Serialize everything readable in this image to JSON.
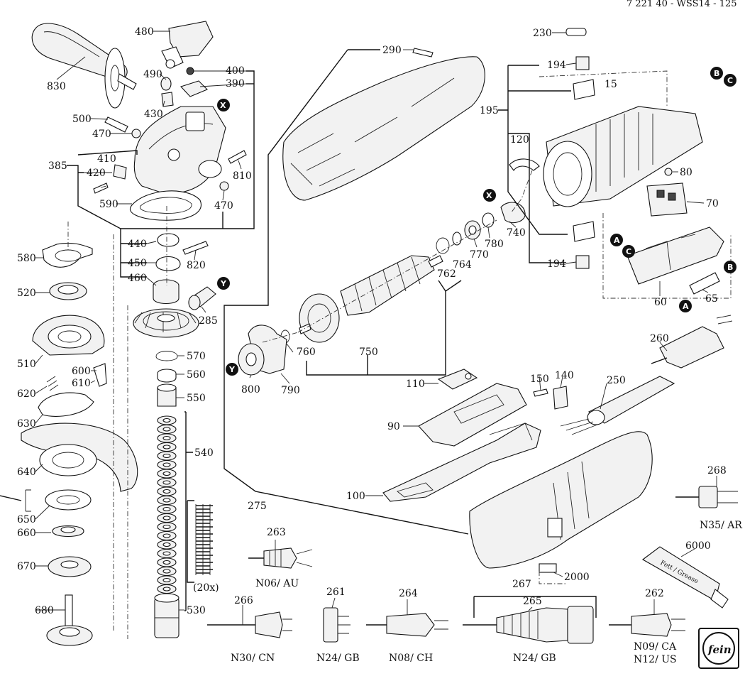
{
  "header": {
    "doc_code": "7 221 40 - WSS14 - 125"
  },
  "part_numbers": [
    {
      "id": "p480",
      "text": "480"
    },
    {
      "id": "p830",
      "text": "830"
    },
    {
      "id": "p490",
      "text": "490"
    },
    {
      "id": "p400",
      "text": "400"
    },
    {
      "id": "p390",
      "text": "390"
    },
    {
      "id": "p430",
      "text": "430"
    },
    {
      "id": "p500",
      "text": "500"
    },
    {
      "id": "p470a",
      "text": "470"
    },
    {
      "id": "p410",
      "text": "410"
    },
    {
      "id": "p385",
      "text": "385"
    },
    {
      "id": "p420",
      "text": "420"
    },
    {
      "id": "p810",
      "text": "810"
    },
    {
      "id": "p590",
      "text": "590"
    },
    {
      "id": "p470b",
      "text": "470"
    },
    {
      "id": "p440",
      "text": "440"
    },
    {
      "id": "p450",
      "text": "450"
    },
    {
      "id": "p460",
      "text": "460"
    },
    {
      "id": "p820",
      "text": "820"
    },
    {
      "id": "p285",
      "text": "285"
    },
    {
      "id": "p570",
      "text": "570"
    },
    {
      "id": "p560",
      "text": "560"
    },
    {
      "id": "p550",
      "text": "550"
    },
    {
      "id": "p540",
      "text": "540"
    },
    {
      "id": "p530",
      "text": "530"
    },
    {
      "id": "p20x",
      "text": "(20x)"
    },
    {
      "id": "p580",
      "text": "580"
    },
    {
      "id": "p520",
      "text": "520"
    },
    {
      "id": "p510",
      "text": "510"
    },
    {
      "id": "p600",
      "text": "600"
    },
    {
      "id": "p610",
      "text": "610"
    },
    {
      "id": "p620",
      "text": "620"
    },
    {
      "id": "p630",
      "text": "630"
    },
    {
      "id": "p640",
      "text": "640"
    },
    {
      "id": "p650",
      "text": "650"
    },
    {
      "id": "p660",
      "text": "660"
    },
    {
      "id": "p670",
      "text": "670"
    },
    {
      "id": "p680",
      "text": "680"
    },
    {
      "id": "p290",
      "text": "290"
    },
    {
      "id": "p275",
      "text": "275"
    },
    {
      "id": "p230",
      "text": "230"
    },
    {
      "id": "p194a",
      "text": "194"
    },
    {
      "id": "p15",
      "text": "15"
    },
    {
      "id": "p195",
      "text": "195"
    },
    {
      "id": "p120",
      "text": "120"
    },
    {
      "id": "p80",
      "text": "80"
    },
    {
      "id": "p70",
      "text": "70"
    },
    {
      "id": "p194b",
      "text": "194"
    },
    {
      "id": "p60",
      "text": "60"
    },
    {
      "id": "p65",
      "text": "65"
    },
    {
      "id": "p740",
      "text": "740"
    },
    {
      "id": "p780",
      "text": "780"
    },
    {
      "id": "p770",
      "text": "770"
    },
    {
      "id": "p764",
      "text": "764"
    },
    {
      "id": "p762",
      "text": "762"
    },
    {
      "id": "p750",
      "text": "750"
    },
    {
      "id": "p760",
      "text": "760"
    },
    {
      "id": "p790",
      "text": "790"
    },
    {
      "id": "p800",
      "text": "800"
    },
    {
      "id": "p260",
      "text": "260"
    },
    {
      "id": "p150",
      "text": "150"
    },
    {
      "id": "p140",
      "text": "140"
    },
    {
      "id": "p250",
      "text": "250"
    },
    {
      "id": "p110",
      "text": "110"
    },
    {
      "id": "p90",
      "text": "90"
    },
    {
      "id": "p100",
      "text": "100"
    },
    {
      "id": "p268",
      "text": "268"
    },
    {
      "id": "p263",
      "text": "263"
    },
    {
      "id": "p2000",
      "text": "2000"
    },
    {
      "id": "p6000",
      "text": "6000"
    },
    {
      "id": "p266",
      "text": "266"
    },
    {
      "id": "p261",
      "text": "261"
    },
    {
      "id": "p264",
      "text": "264"
    },
    {
      "id": "p267",
      "text": "267"
    },
    {
      "id": "p265",
      "text": "265"
    },
    {
      "id": "p262",
      "text": "262"
    }
  ],
  "variant_labels": [
    {
      "id": "v_n35ar",
      "text": "N35/ AR"
    },
    {
      "id": "v_n06au",
      "text": "N06/ AU"
    },
    {
      "id": "v_n30cn",
      "text": "N30/ CN"
    },
    {
      "id": "v_n24gb_a",
      "text": "N24/ GB"
    },
    {
      "id": "v_n08ch",
      "text": "N08/ CH"
    },
    {
      "id": "v_n24gb_b",
      "text": "N24/ GB"
    },
    {
      "id": "v_n09ca",
      "text": "N09/ CA"
    },
    {
      "id": "v_n12us",
      "text": "N12/ US"
    }
  ],
  "markers": [
    {
      "id": "mX1",
      "text": "X"
    },
    {
      "id": "mX2",
      "text": "X"
    },
    {
      "id": "mY1",
      "text": "Y"
    },
    {
      "id": "mY2",
      "text": "Y"
    },
    {
      "id": "mB1",
      "text": "B"
    },
    {
      "id": "mC1",
      "text": "C"
    },
    {
      "id": "mA1",
      "text": "A"
    },
    {
      "id": "mC2",
      "text": "C"
    },
    {
      "id": "mB2",
      "text": "B"
    },
    {
      "id": "mA2",
      "text": "A"
    }
  ],
  "grease_tube_text": "Fett / Grease",
  "brand_logo": "fein",
  "colors": {
    "ink": "#111111",
    "paper": "#ffffff"
  }
}
